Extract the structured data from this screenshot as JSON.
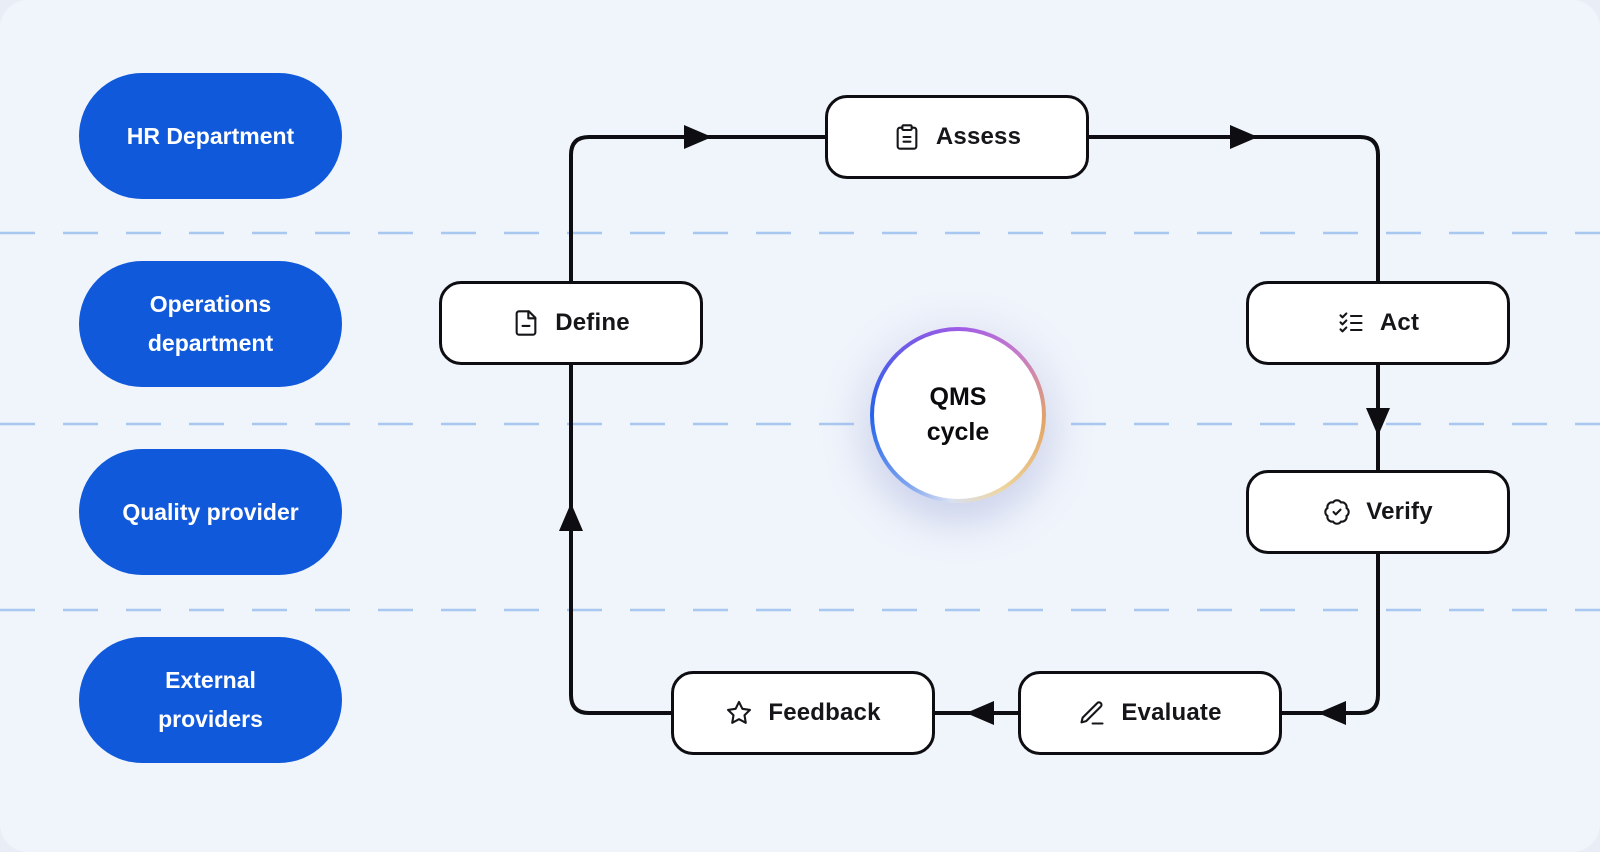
{
  "diagram_title": "QMS cycle",
  "lanes": {
    "style": "dashed",
    "divider_count": 3,
    "items": [
      {
        "label": "HR Department"
      },
      {
        "label": "Operations department"
      },
      {
        "label": "Quality provider"
      },
      {
        "label": "External providers"
      }
    ]
  },
  "cycle": {
    "center_label": "QMS cycle",
    "flow_order": [
      "Define",
      "Assess",
      "Act",
      "Verify",
      "Evaluate",
      "Feedback"
    ],
    "nodes": [
      {
        "id": "define",
        "label": "Define",
        "icon": "file-text-icon"
      },
      {
        "id": "assess",
        "label": "Assess",
        "icon": "clipboard-icon"
      },
      {
        "id": "act",
        "label": "Act",
        "icon": "checklist-icon"
      },
      {
        "id": "verify",
        "label": "Verify",
        "icon": "badge-check-icon"
      },
      {
        "id": "evaluate",
        "label": "Evaluate",
        "icon": "pencil-icon"
      },
      {
        "id": "feedback",
        "label": "Feedback",
        "icon": "star-icon"
      }
    ]
  },
  "colors": {
    "background": "#F0F4FB",
    "lane_pill": "#1159DB",
    "lane_pill_text": "#FFFFFF",
    "lane_divider": "#A9C8F1",
    "connector_line": "#0D0D12",
    "node_background": "#FFFFFF",
    "node_border": "#0D0D12",
    "node_text": "#16161A",
    "ring_gradient": [
      "#2563EB",
      "#9E5CE6",
      "#E2A564"
    ]
  }
}
